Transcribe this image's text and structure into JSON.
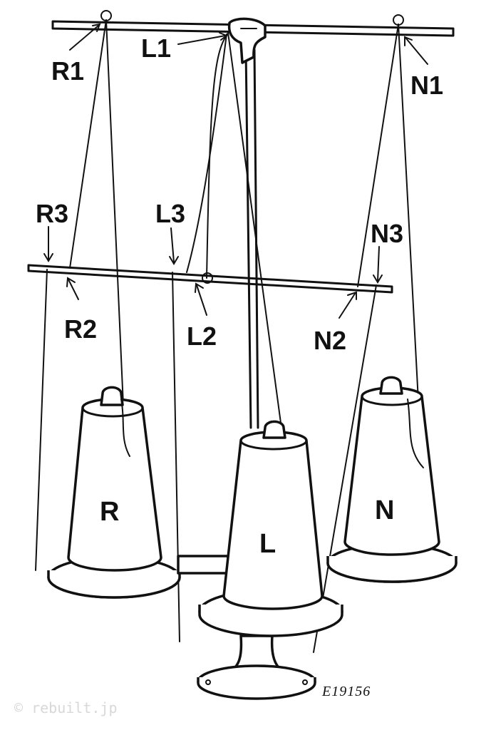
{
  "diagram": {
    "labels": {
      "R1": "R1",
      "L1": "L1",
      "N1": "N1",
      "R2": "R2",
      "L2": "L2",
      "N2": "N2",
      "R3": "R3",
      "L3": "L3",
      "N3": "N3"
    },
    "spools": {
      "left": "R",
      "center": "L",
      "right": "N"
    },
    "figure_code": "E19156",
    "watermark": "© rebuilt.jp"
  }
}
